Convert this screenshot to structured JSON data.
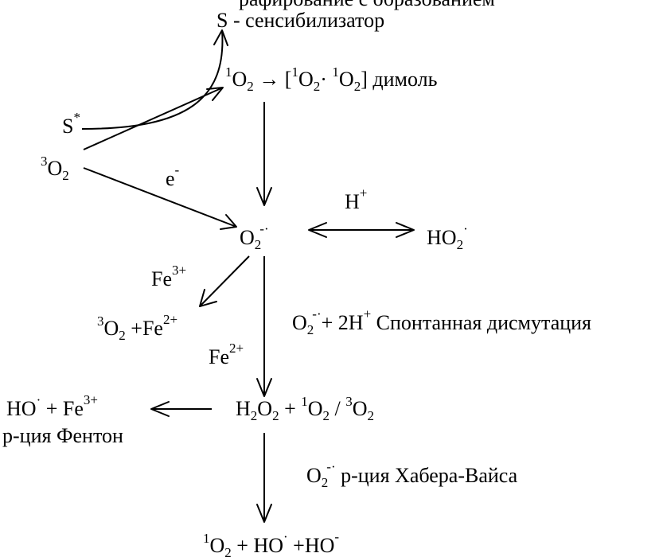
{
  "title_partial": "рафирование с образованием",
  "sensitizer": {
    "base": "S - сенсибилизатор"
  },
  "s_star": {
    "base": "S",
    "sup": "*"
  },
  "triplet_o2": {
    "sup": "3",
    "base": "O",
    "sub": "2"
  },
  "singlet_dimol": {
    "t1": "1",
    "t2": "O",
    "t3": "2",
    "t4": " → [",
    "t5": "1",
    "t6": "O",
    "t7": "2",
    "t8": "· ",
    "t9": "1",
    "t10": "O",
    "t11": "2",
    "t12": "] димоль"
  },
  "electron": {
    "base": "e",
    "sup": "-"
  },
  "superoxide": {
    "base": "O",
    "sub": "2",
    "sup": "-·"
  },
  "proton": {
    "base": "H",
    "sup": "+"
  },
  "hydroperoxyl": {
    "base": "HO",
    "sub": "2",
    "sup": "·"
  },
  "fe3_label": {
    "base": "Fe",
    "sup": "3+"
  },
  "o2_fe2": {
    "sup1": "3",
    "base1": "O",
    "sub1": "2",
    "mid": " +Fe",
    "sup2": "2+"
  },
  "dismutation": {
    "base1": "O",
    "sub1": "2",
    "sup1": "-·",
    "mid": "+ 2H",
    "sup2": "+",
    "tail": " Спонтанная дисмутация"
  },
  "fe2_label": {
    "base": "Fe",
    "sup": "2+"
  },
  "fenton_products": {
    "base1": "HO",
    "sup1": "·",
    "mid": " + Fe",
    "sup2": "3+"
  },
  "fenton_label": "р-ция Фентон",
  "h2o2_line": {
    "t1": "H",
    "t2": "2",
    "t3": "O",
    "t4": "2",
    "t5": " + ",
    "t6": "1",
    "t7": "O",
    "t8": "2",
    "t9": " / ",
    "t10": "3",
    "t11": "O",
    "t12": "2"
  },
  "haber_weiss": {
    "base": "O",
    "sub": "2",
    "sup": "-·",
    "tail": "  р-ция Хабера-Вайса"
  },
  "final_products": {
    "t1": "1",
    "t2": "O",
    "t3": "2",
    "t4": " + HO",
    "t5": "·",
    "t6": " +HO",
    "t7": "-"
  }
}
